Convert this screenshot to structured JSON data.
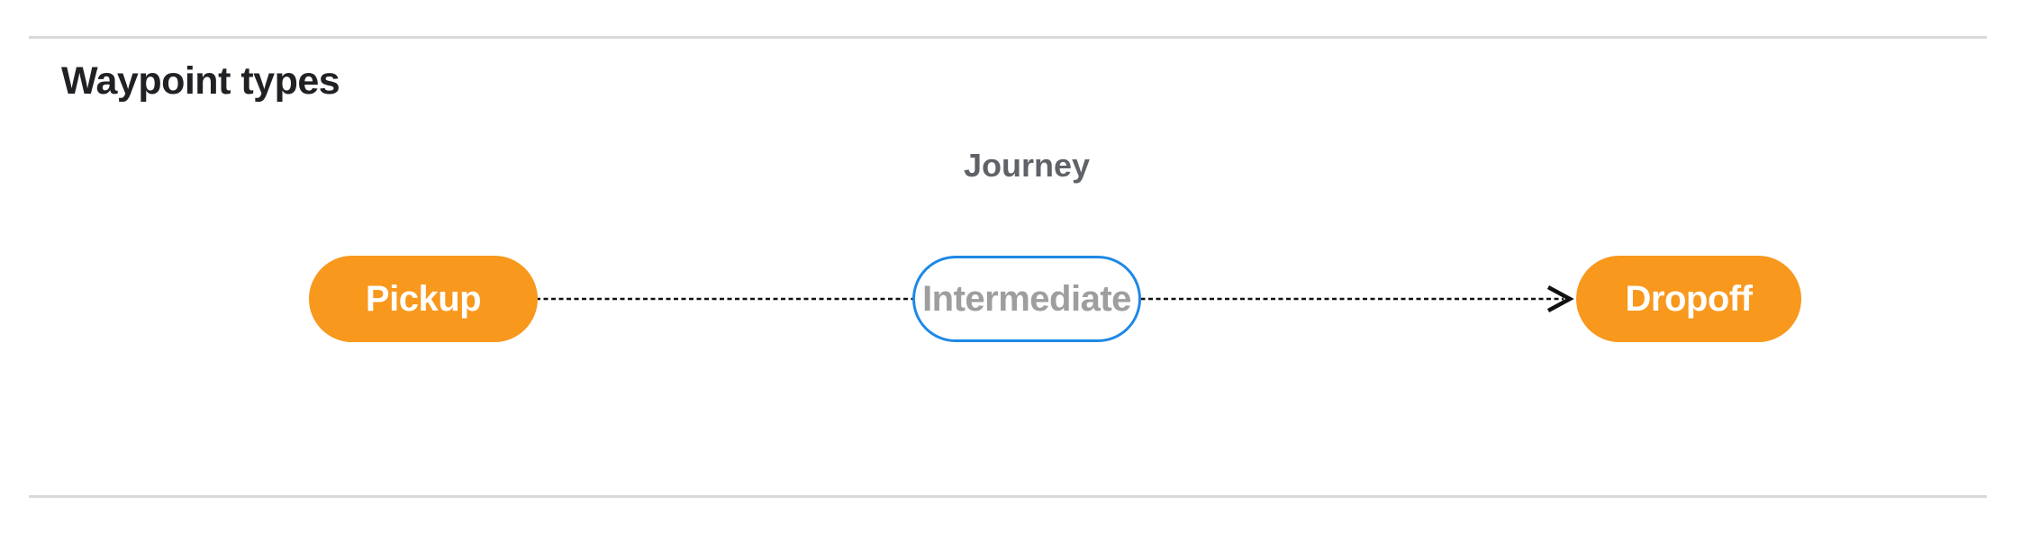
{
  "section": {
    "title": "Waypoint types"
  },
  "diagram": {
    "title": "Journey",
    "nodes": [
      {
        "id": "pickup",
        "label": "Pickup",
        "style": "filled-orange"
      },
      {
        "id": "intermediate",
        "label": "Intermediate",
        "style": "outlined-blue"
      },
      {
        "id": "dropoff",
        "label": "Dropoff",
        "style": "filled-orange"
      }
    ],
    "edge": {
      "from": "pickup",
      "to": "dropoff",
      "via": "intermediate",
      "style": "dashed-arrow"
    }
  },
  "colors": {
    "node_fill": "#f8981d",
    "node_text_filled": "#ffffff",
    "outline_border": "#1e88e5",
    "outline_text": "#9e9e9e",
    "journey_label": "#5f6368",
    "heading": "#202124",
    "divider": "#d9d9d9",
    "connector": "#111111"
  }
}
